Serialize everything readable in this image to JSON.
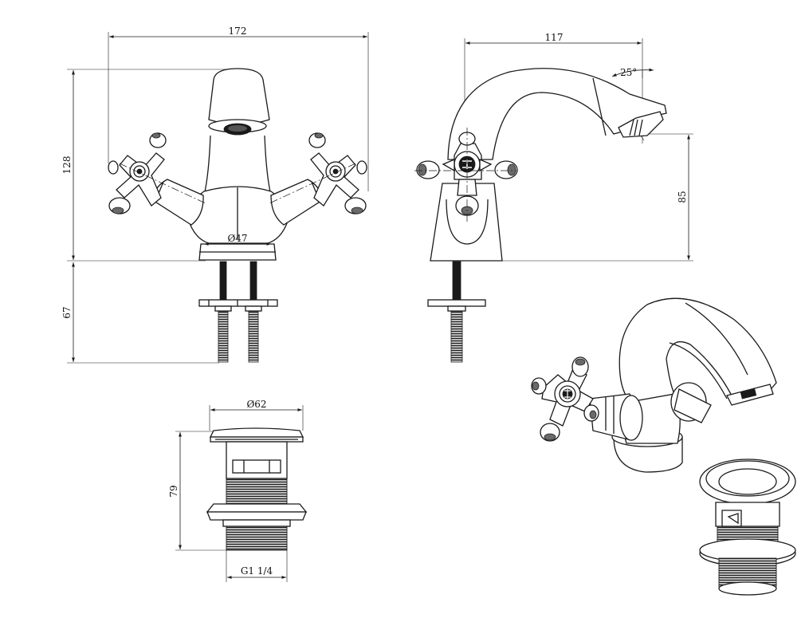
{
  "dimensions": {
    "front_width": "172",
    "front_height": "128",
    "front_below": "67",
    "base_diameter": "Ø47",
    "side_reach": "117",
    "spout_angle": "25°",
    "spout_height": "85",
    "waste_diameter": "Ø62",
    "waste_height": "79",
    "waste_thread": "G1 1/4"
  }
}
